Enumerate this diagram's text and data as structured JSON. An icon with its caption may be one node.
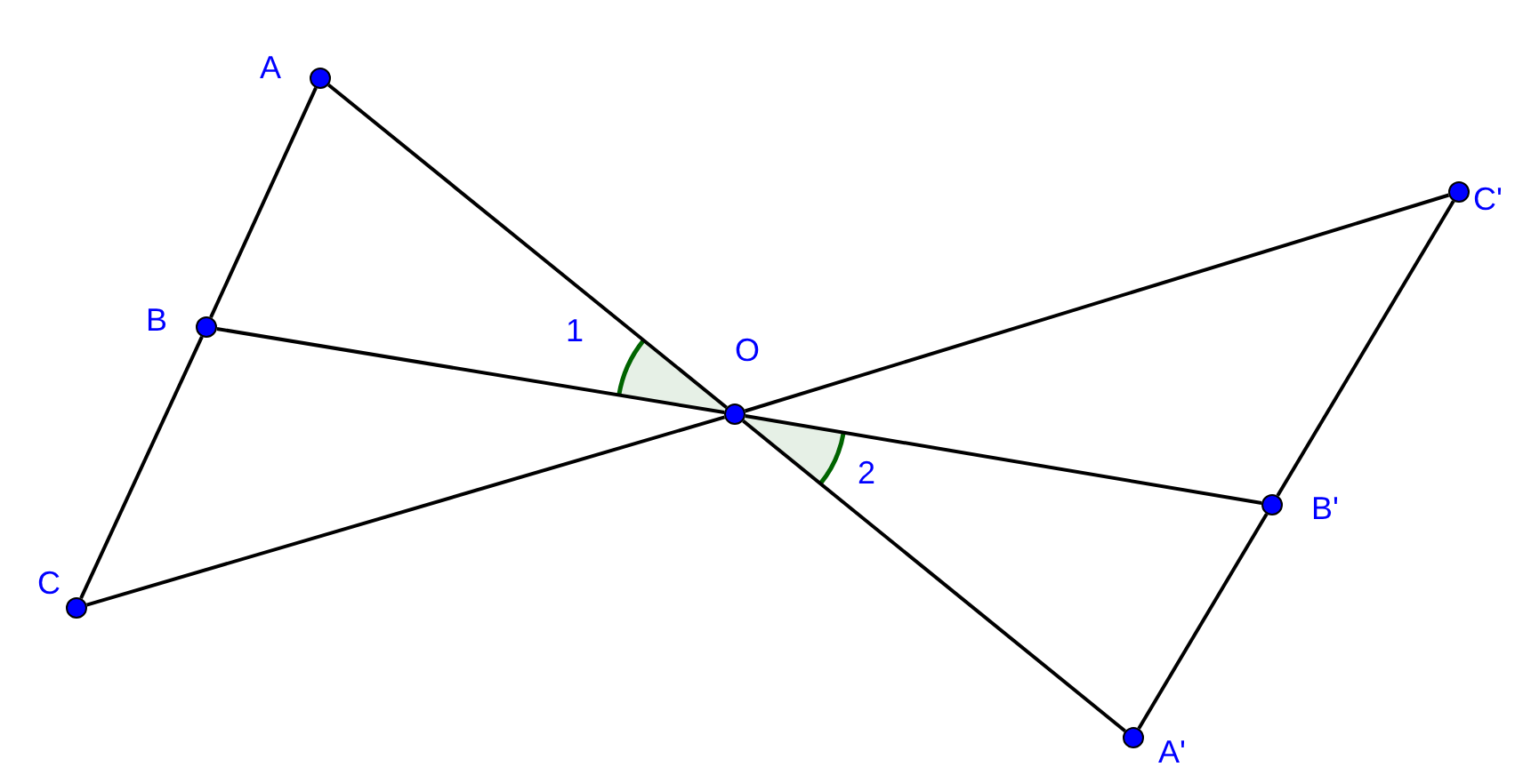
{
  "diagram": {
    "nodes": [
      {
        "text": [
          "A"
        ]
      },
      {
        "text": [
          "B"
        ]
      },
      {
        "text": [
          "C"
        ]
      },
      {
        "text": [
          "O"
        ]
      },
      {
        "text": [
          "A'"
        ]
      },
      {
        "text": [
          "B'"
        ]
      },
      {
        "text": [
          "C'"
        ]
      }
    ],
    "edges": [
      {
        "from": 0,
        "to": 1,
        "arrow": "none"
      },
      {
        "from": 1,
        "to": 2,
        "arrow": "none"
      },
      {
        "from": 0,
        "to": 3,
        "arrow": "none"
      },
      {
        "from": 3,
        "to": 4,
        "arrow": "none"
      },
      {
        "from": 1,
        "to": 3,
        "arrow": "none"
      },
      {
        "from": 3,
        "to": 5,
        "arrow": "none"
      },
      {
        "from": 2,
        "to": 3,
        "arrow": "none"
      },
      {
        "from": 3,
        "to": 6,
        "arrow": "none"
      },
      {
        "from": 4,
        "to": 5,
        "arrow": "none"
      },
      {
        "from": 5,
        "to": 6,
        "arrow": "none"
      }
    ],
    "labels": [
      "1",
      "2"
    ]
  }
}
